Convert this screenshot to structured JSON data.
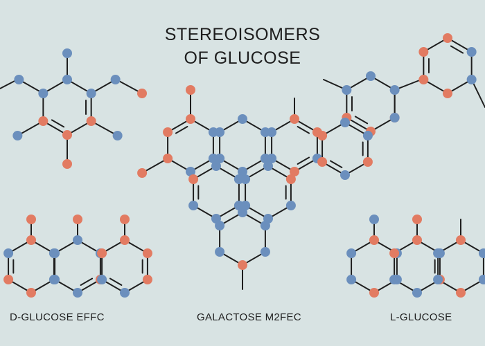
{
  "diagram": {
    "title_line_1": "STEREOISOMERS",
    "title_line_2": "OF GLUCOSE",
    "labels": {
      "left": "D-GLUCOSE EFFC",
      "center": "GALACTOSE M2FEC",
      "right": "L-GLUCOSE"
    }
  },
  "colors": {
    "background": "#d8e3e3",
    "bond": "#1e1e1e",
    "atom_blue": "#6b8fbd",
    "atom_red": "#e27b62"
  },
  "icons": {
    "atom": "circle-atom-node",
    "bond": "line-bond"
  }
}
